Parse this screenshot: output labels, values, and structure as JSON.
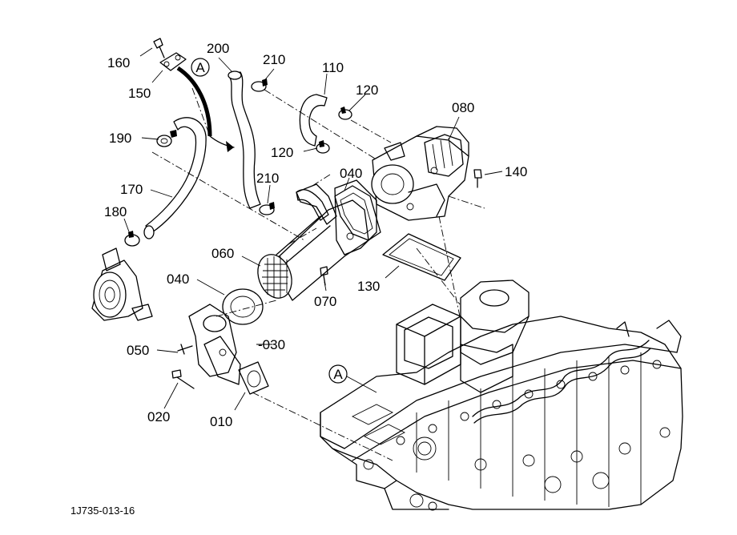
{
  "diagram": {
    "callouts": [
      {
        "id": "160",
        "label": "160"
      },
      {
        "id": "150",
        "label": "150"
      },
      {
        "id": "200",
        "label": "200"
      },
      {
        "id": "210a",
        "label": "210"
      },
      {
        "id": "110",
        "label": "110"
      },
      {
        "id": "120a",
        "label": "120"
      },
      {
        "id": "080",
        "label": "080"
      },
      {
        "id": "190",
        "label": "190"
      },
      {
        "id": "120b",
        "label": "120"
      },
      {
        "id": "040a",
        "label": "040"
      },
      {
        "id": "140",
        "label": "140"
      },
      {
        "id": "210b",
        "label": "210"
      },
      {
        "id": "170",
        "label": "170"
      },
      {
        "id": "180",
        "label": "180"
      },
      {
        "id": "060",
        "label": "060"
      },
      {
        "id": "130",
        "label": "130"
      },
      {
        "id": "040b",
        "label": "040"
      },
      {
        "id": "070",
        "label": "070"
      },
      {
        "id": "030",
        "label": "030"
      },
      {
        "id": "050",
        "label": "050"
      },
      {
        "id": "020",
        "label": "020"
      },
      {
        "id": "010",
        "label": "010"
      }
    ],
    "reference_marks": [
      {
        "id": "A-top",
        "label": "A"
      },
      {
        "id": "A-engine",
        "label": "A"
      }
    ],
    "figure_code": "1J735-013-16"
  }
}
